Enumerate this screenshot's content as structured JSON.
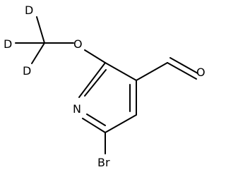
{
  "molecule": {
    "atoms": {
      "deuterium_top": "D",
      "deuterium_left": "D",
      "deuterium_bottom": "D",
      "oxygen_ether": "O",
      "nitrogen_ring": "N",
      "oxygen_aldehyde": "O",
      "bromine": "Br"
    },
    "colors": {
      "bonds": "#000000",
      "labels": "#000000",
      "background": "#ffffff"
    }
  }
}
